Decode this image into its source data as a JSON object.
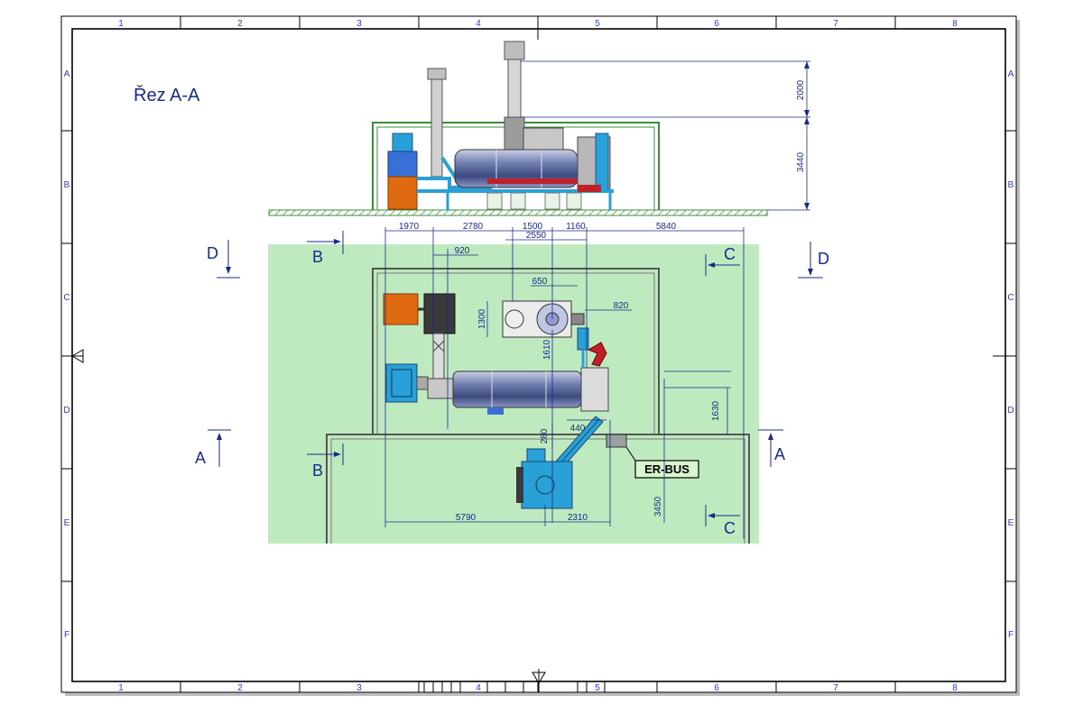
{
  "title": "Řez A-A",
  "grid": {
    "columns": [
      "1",
      "2",
      "3",
      "4",
      "5",
      "6",
      "7",
      "8"
    ],
    "rows": [
      "A",
      "B",
      "C",
      "D",
      "E",
      "F"
    ]
  },
  "dimensions": {
    "height_top": "2000",
    "height_bottom": "3440",
    "d1970": "1970",
    "d2780": "2780",
    "d1500": "1500",
    "d1160": "1160",
    "d5840": "5840",
    "d2550": "2550",
    "d920": "920",
    "d650": "650",
    "d820": "820",
    "d1300": "1300",
    "d1610": "1610",
    "d1630": "1630",
    "d440": "440",
    "d280": "280",
    "d3450": "3450",
    "d5790": "5790",
    "d2310": "2310"
  },
  "section_marks": {
    "a": "A",
    "b": "B",
    "c": "C",
    "d": "D"
  },
  "label_box": "ER-BUS",
  "colors": {
    "plan_area": "#bfeabf",
    "line": "#1a2a8a",
    "frame_green": "#3b8c3b",
    "drum": "#6f7da8",
    "blue": "#2aa0d8",
    "orange": "#e06a10",
    "red": "#c0202a",
    "dark": "#404040"
  }
}
